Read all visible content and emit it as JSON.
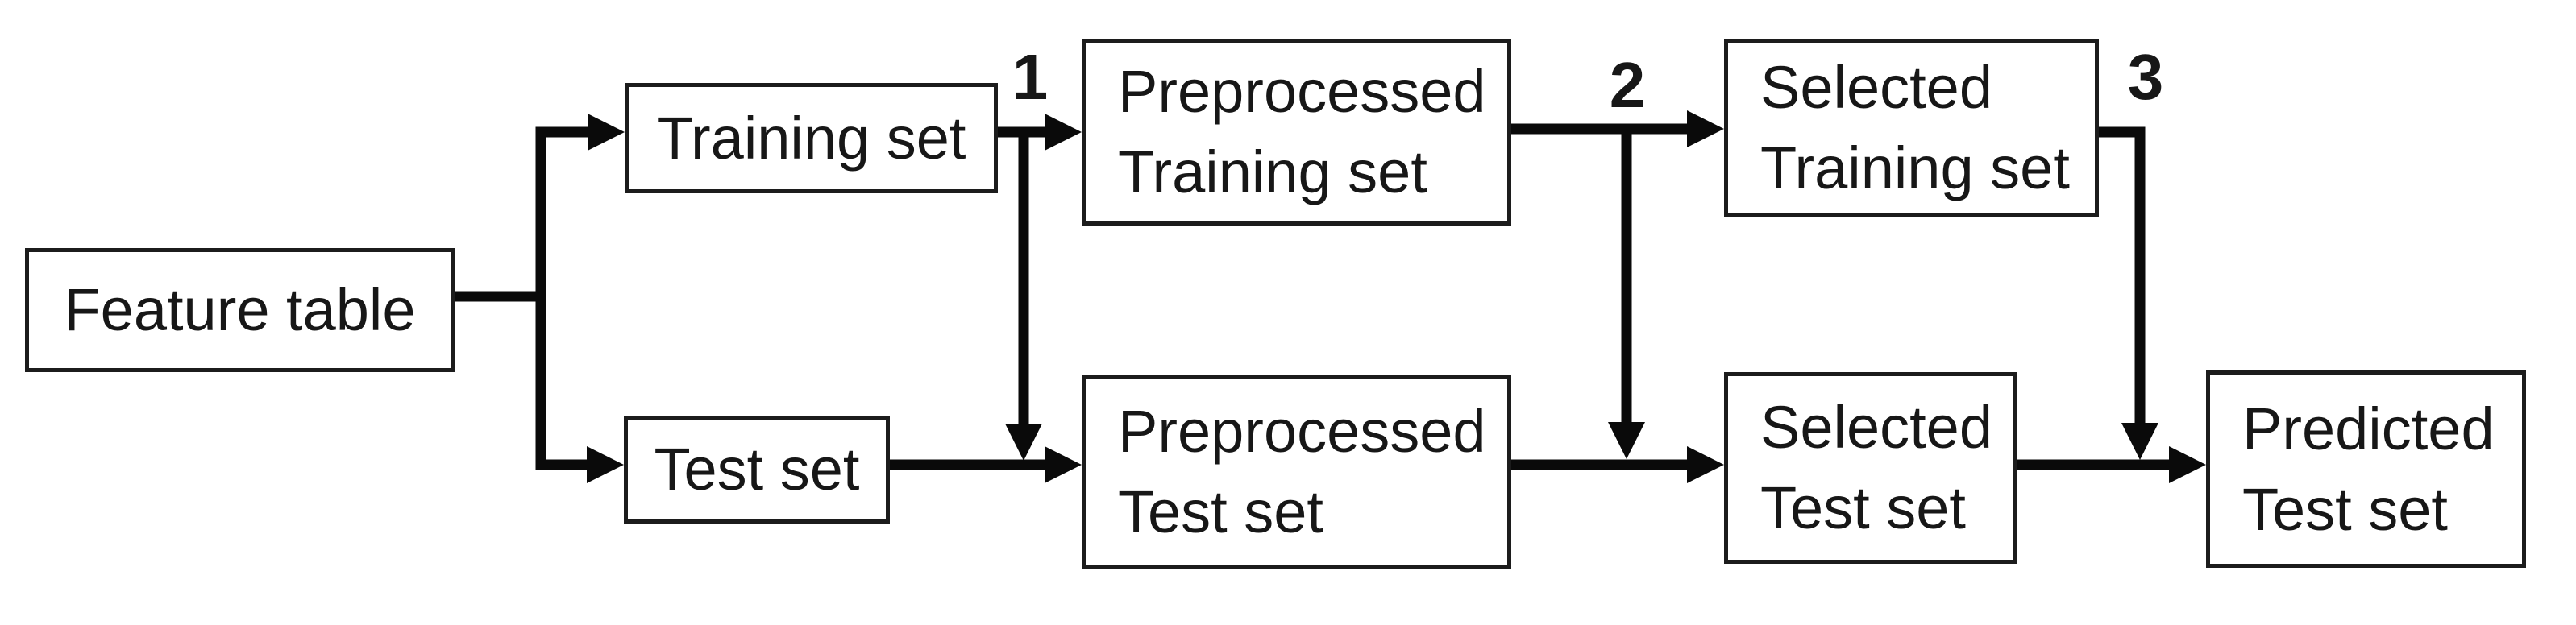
{
  "diagram": {
    "nodes": {
      "feature_table": {
        "label": "Feature table"
      },
      "training_set": {
        "label": "Training set"
      },
      "test_set": {
        "label": "Test set"
      },
      "preprocessed_training_set": {
        "label": "Preprocessed\nTraining set"
      },
      "preprocessed_test_set": {
        "label": "Preprocessed\nTest set"
      },
      "selected_training_set": {
        "label": "Selected\nTraining set"
      },
      "selected_test_set": {
        "label": "Selected\nTest set"
      },
      "predicted_test_set": {
        "label": "Predicted\nTest set"
      }
    },
    "step_labels": {
      "step_1": "1",
      "step_2": "2",
      "step_3": "3"
    },
    "colors": {
      "line": "#0a0a0a",
      "box_border": "#1c1c1c",
      "box_fill": "#ffffff",
      "text": "#171717",
      "background": "#ffffff"
    }
  }
}
